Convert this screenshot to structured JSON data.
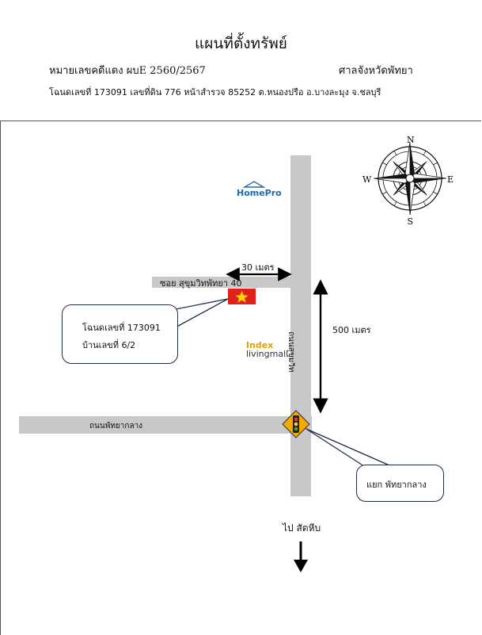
{
  "header": {
    "title": "แผนที่ตั้งทรัพย์",
    "case_number": "หมายเลขคดีแดง  ผบE 2560/2567",
    "court": "ศาลจังหวัดพัทยา",
    "deed_line": "โฉนดเลขที่ 173091 เลขที่ดิน 776 หน้าสำรวจ 85252 ต.หนองปรือ อ.บางละมุง จ.ชลบุรี"
  },
  "map": {
    "soi_label": "ซอย สุขุมวิทพัทยา 40",
    "main_road_label": "ถนนสุขุมวิท",
    "cross_road_label": "ถนนพัทยากลาง",
    "distance_soi": "30 เมตร",
    "distance_main": "500 เมตร",
    "direction_label": "ไป สัตหีบ",
    "landmarks": {
      "homepro": "HomePro",
      "index_brand": "Index",
      "index_sub": "livingmall"
    },
    "property_callout": {
      "line1": "โฉนดเลขที่ 173091",
      "line2": "บ้านเลขที่ 6/2"
    },
    "junction_callout": "แยก พัทยากลาง",
    "compass": {
      "n": "N",
      "s": "S",
      "e": "E",
      "w": "W"
    },
    "colors": {
      "road": "#c8c8c8",
      "flag_red": "#e0201b",
      "flag_star": "#ffd400",
      "callout_border": "#1f2d45"
    }
  }
}
